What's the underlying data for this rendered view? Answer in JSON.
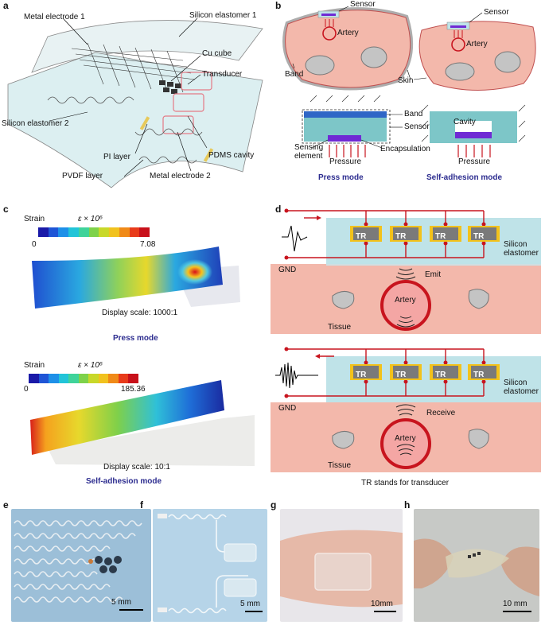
{
  "panels": {
    "a": {
      "letter": "a",
      "labels": {
        "metal_electrode_1": "Metal electrode 1",
        "silicon_elastomer_1": "Silicon elastomer 1",
        "cu_cube": "Cu cube",
        "transducer": "Transducer",
        "silicon_elastomer_2": "Silicon elastomer 2",
        "pdms_cavity": "PDMS cavity",
        "pi_layer": "PI layer",
        "pvdf_layer": "PVDF layer",
        "metal_electrode_2": "Metal electrode 2"
      }
    },
    "b": {
      "letter": "b",
      "labels": {
        "sensor_left": "Sensor",
        "sensor_right": "Sensor",
        "artery_left": "Artery",
        "artery_right": "Artery",
        "band_top": "Band",
        "skin": "Skin",
        "band": "Band",
        "sensor": "Sensor",
        "cavity": "Cavity",
        "sensing_element": "Sensing\nelement",
        "encapsulation": "Encapsulation",
        "pressure_left": "Pressure",
        "pressure_right": "Pressure"
      },
      "press_mode": "Press mode",
      "self_adhesion_mode": "Self-adhesion mode"
    },
    "c": {
      "letter": "c",
      "top": {
        "strain_label": "Strain",
        "scale_unit": "ε × 10⁶",
        "min": "0",
        "max": "7.08",
        "display_scale": "Display scale: 1000:1",
        "mode": "Press mode"
      },
      "bottom": {
        "strain_label": "Strain",
        "scale_unit": "ε × 10⁶",
        "min": "0",
        "max": "185.36",
        "display_scale": "Display scale: 10:1",
        "mode": "Self-adhesion mode"
      },
      "colorbar": [
        "#1a1aa8",
        "#1f55d6",
        "#1e90e8",
        "#22c4d8",
        "#3fd39a",
        "#7ed24a",
        "#c8d829",
        "#f1c21e",
        "#f08a18",
        "#e83b1a",
        "#c8101a"
      ]
    },
    "d": {
      "letter": "d",
      "tr": "TR",
      "gnd_top": "GND",
      "gnd_bottom": "GND",
      "silicon_top": "Silicon\nelastomer",
      "silicon_bottom": "Silicon\nelastomer",
      "emit": "Emit",
      "receive": "Receive",
      "artery_top": "Artery",
      "artery_bottom": "Artery",
      "tissue_top": "Tissue",
      "tissue_bottom": "Tissue",
      "footnote": "TR stands for transducer"
    },
    "e": {
      "letter": "e",
      "scale": "5 mm"
    },
    "f": {
      "letter": "f",
      "scale": "5 mm"
    },
    "g": {
      "letter": "g",
      "scale": "10mm"
    },
    "h": {
      "letter": "h",
      "scale": "10 mm"
    }
  },
  "colors": {
    "tissue": "#f3b8ab",
    "silicon": "#bfe3e8",
    "red": "#c8141e",
    "tr_gold": "#f2c21b",
    "tr_gray": "#7a7a7a",
    "mode_text": "#2c2c8f"
  }
}
